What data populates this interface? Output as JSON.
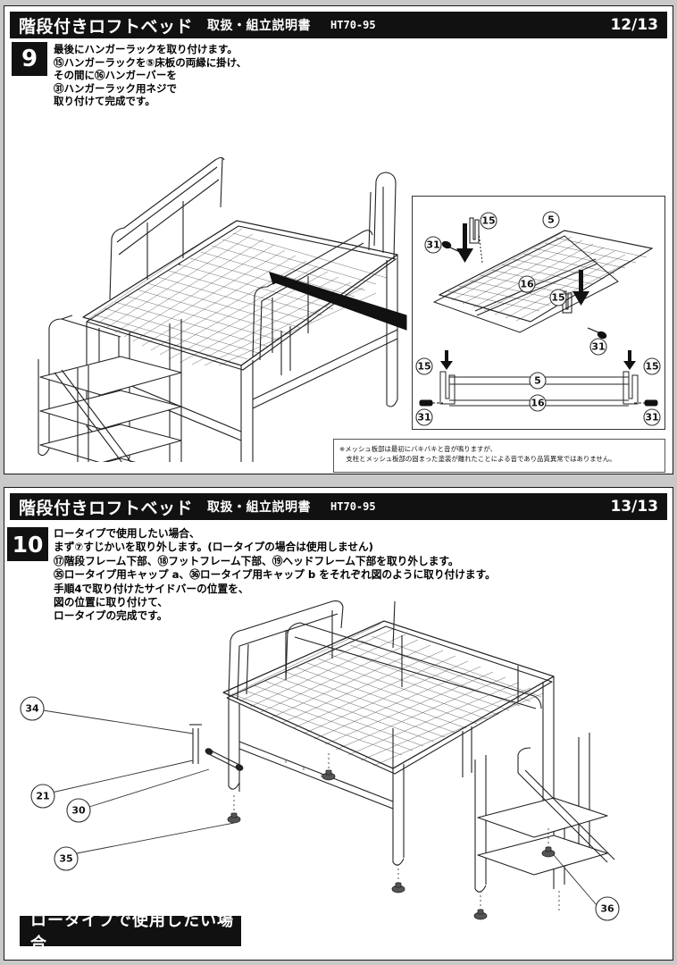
{
  "document": {
    "title": "階段付きロフトベッド",
    "subtitle": "取扱・組立説明書",
    "model": "HT70-95"
  },
  "pages": [
    {
      "page_label": "12/13",
      "step_number": "9",
      "instruction": "最後にハンガーラックを取り付けます。\n⑮ハンガーラックを⑤床板の両縁に掛け、\nその間に⑯ハンガーバーを\n㉛ハンガーラック用ネジで\n取り付けて完成です。",
      "note": "※メッシュ板部は最初にバキバキと音が鳴りますが、\n　支柱とメッシュ板部の固まった塗装が離れたことによる音であり品質異常ではありません。",
      "callouts": [
        "15",
        "31",
        "5",
        "16",
        "15",
        "31",
        "15",
        "5",
        "16",
        "15",
        "31",
        "31"
      ]
    },
    {
      "page_label": "13/13",
      "step_number": "10",
      "instruction": "ロータイプで使用したい場合、\nまず⑦すじかいを取り外します。(ロータイプの場合は使用しません)\n⑰階段フレーム下部、⑱フットフレーム下部、⑲ヘッドフレーム下部を取り外します。\n㉟ロータイプ用キャップ a、㊱ロータイプ用キャップ b をそれぞれ図のように取り付けます。\n手順4で取り付けたサイドバーの位置を、\n図の位置に取り付けて、\nロータイプの完成です。",
      "bottom_badge": "ロータイプで使用したい場合",
      "callouts": [
        "34",
        "21",
        "30",
        "35",
        "36"
      ]
    }
  ],
  "colors": {
    "header_bg": "#111111",
    "header_text": "#ffffff",
    "page_bg": "#ffffff",
    "outer_bg": "#c9c9c9",
    "line": "#333333"
  }
}
